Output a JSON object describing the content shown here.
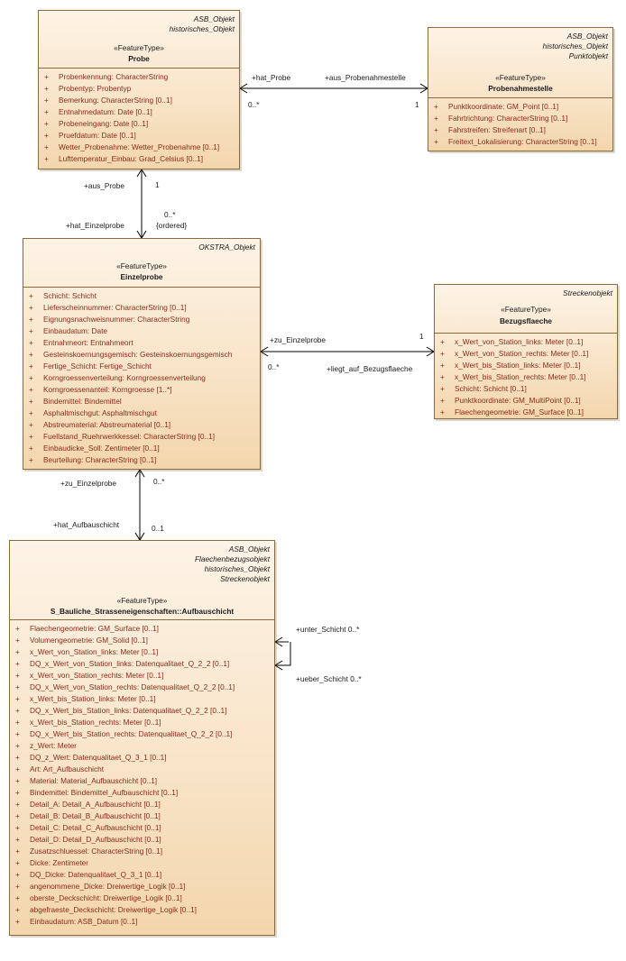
{
  "classes": {
    "probe": {
      "tags": [
        "ASB_Objekt",
        "historisches_Objekt"
      ],
      "stereotype": "«FeatureType»",
      "name": "Probe",
      "attributes": [
        {
          "v": "+",
          "t": "Probenkennung: CharacterString"
        },
        {
          "v": "+",
          "t": "Probentyp: Probentyp"
        },
        {
          "v": "+",
          "t": "Bemerkung: CharacterString [0..1]"
        },
        {
          "v": "+",
          "t": "Entnahmedatum: Date [0..1]"
        },
        {
          "v": "+",
          "t": "Probeneingang: Date [0..1]"
        },
        {
          "v": "+",
          "t": "Pruefdatum: Date [0..1]"
        },
        {
          "v": "+",
          "t": "Wetter_Probenahme: Wetter_Probenahme [0..1]"
        },
        {
          "v": "+",
          "t": "Lufttemperatur_Einbau: Grad_Celsius [0..1]"
        }
      ]
    },
    "probenahmestelle": {
      "tags": [
        "ASB_Objekt",
        "historisches_Objekt",
        "Punktobjekt"
      ],
      "stereotype": "«FeatureType»",
      "name": "Probenahmestelle",
      "attributes": [
        {
          "v": "+",
          "t": "Punktkoordinate: GM_Point [0..1]"
        },
        {
          "v": "+",
          "t": "Fahrtrichtung: CharacterString [0..1]"
        },
        {
          "v": "+",
          "t": "Fahrstreifen: Streifenart [0..1]"
        },
        {
          "v": "+",
          "t": "Freitext_Lokalisierung: CharacterString [0..1]"
        }
      ]
    },
    "einzelprobe": {
      "tags": [
        "OKSTRA_Objekt"
      ],
      "stereotype": "«FeatureType»",
      "name": "Einzelprobe",
      "attributes": [
        {
          "v": "+",
          "t": "Schicht: Schicht"
        },
        {
          "v": "+",
          "t": "Lieferscheinnummer: CharacterString [0..1]"
        },
        {
          "v": "+",
          "t": "Eignungsnachweisnummer: CharacterString"
        },
        {
          "v": "+",
          "t": "Einbaudatum: Date"
        },
        {
          "v": "+",
          "t": "Entnahmeort: Entnahmeort"
        },
        {
          "v": "+",
          "t": "Gesteinskoernungsgemisch: Gesteinskoernungsgemisch"
        },
        {
          "v": "+",
          "t": "Fertige_Schicht: Fertige_Schicht"
        },
        {
          "v": "+",
          "t": "Korngroessenverteilung: Korngroessenverteilung"
        },
        {
          "v": "+",
          "t": "Korngroessenanteil: Korngroesse [1..*]"
        },
        {
          "v": "+",
          "t": "Bindemittel: Bindemittel"
        },
        {
          "v": "+",
          "t": "Asphaltmischgut: Asphaltmischgut"
        },
        {
          "v": "+",
          "t": "Abstreumaterial: Abstreumaterial [0..1]"
        },
        {
          "v": "+",
          "t": "Fuellstand_Ruehrwerkkessel: CharacterString [0..1]"
        },
        {
          "v": "+",
          "t": "Einbaudicke_Soll: Zentimeter [0..1]"
        },
        {
          "v": "+",
          "t": "Beurteilung: CharacterString [0..1]"
        }
      ]
    },
    "bezugsflaeche": {
      "tags": [
        "Streckenobjekt"
      ],
      "stereotype": "«FeatureType»",
      "name": "Bezugsflaeche",
      "attributes": [
        {
          "v": "+",
          "t": "x_Wert_von_Station_links: Meter [0..1]"
        },
        {
          "v": "+",
          "t": "x_Wert_von_Station_rechts: Meter [0..1]"
        },
        {
          "v": "+",
          "t": "x_Wert_bis_Station_links: Meter [0..1]"
        },
        {
          "v": "+",
          "t": "x_Wert_bis_Station_rechts: Meter [0..1]"
        },
        {
          "v": "+",
          "t": "Schicht: Schicht [0..1]"
        },
        {
          "v": "+",
          "t": "Punktkoordinate: GM_MultiPoint [0..1]"
        },
        {
          "v": "+",
          "t": "Flaechengeometrie: GM_Surface [0..1]"
        }
      ]
    },
    "aufbauschicht": {
      "tags": [
        "ASB_Objekt",
        "Flaechenbezugsobjekt",
        "historisches_Objekt",
        "Streckenobjekt"
      ],
      "stereotype": "«FeatureType»",
      "name": "S_Bauliche_Strasseneigenschaften::Aufbauschicht",
      "attributes": [
        {
          "v": "+",
          "t": "Flaechengeometrie: GM_Surface [0..1]"
        },
        {
          "v": "+",
          "t": "Volumengeometrie: GM_Solid [0..1]"
        },
        {
          "v": "+",
          "t": "x_Wert_von_Station_links: Meter [0..1]"
        },
        {
          "v": "+",
          "t": "DQ_x_Wert_von_Station_links: Datenqualitaet_Q_2_2 [0..1]"
        },
        {
          "v": "+",
          "t": "x_Wert_von_Station_rechts: Meter [0..1]"
        },
        {
          "v": "+",
          "t": "DQ_x_Wert_von_Station_rechts: Datenqualitaet_Q_2_2 [0..1]"
        },
        {
          "v": "+",
          "t": "x_Wert_bis_Station_links: Meter [0..1]"
        },
        {
          "v": "+",
          "t": "DQ_x_Wert_bis_Station_links: Datenqualitaet_Q_2_2 [0..1]"
        },
        {
          "v": "+",
          "t": "x_Wert_bis_Station_rechts: Meter [0..1]"
        },
        {
          "v": "+",
          "t": "DQ_x_Wert_bis_Station_rechts: Datenqualitaet_Q_2_2 [0..1]"
        },
        {
          "v": "+",
          "t": "z_Wert: Meter"
        },
        {
          "v": "+",
          "t": "DQ_z_Wert: Datenqualitaet_Q_3_1 [0..1]"
        },
        {
          "v": "+",
          "t": "Art: Art_Aufbauschicht"
        },
        {
          "v": "+",
          "t": "Material: Material_Aufbauschicht [0..1]"
        },
        {
          "v": "+",
          "t": "Bindemittel: Bindemittel_Aufbauschicht [0..1]"
        },
        {
          "v": "+",
          "t": "Detail_A: Detail_A_Aufbauschicht [0..1]"
        },
        {
          "v": "+",
          "t": "Detail_B: Detail_B_Aufbauschicht [0..1]"
        },
        {
          "v": "+",
          "t": "Detail_C: Detail_C_Aufbauschicht [0..1]"
        },
        {
          "v": "+",
          "t": "Detail_D: Detail_D_Aufbauschicht [0..1]"
        },
        {
          "v": "+",
          "t": "Zusatzschluessel: CharacterString [0..1]"
        },
        {
          "v": "+",
          "t": "Dicke: Zentimeter"
        },
        {
          "v": "+",
          "t": "DQ_Dicke: Datenqualitaet_Q_3_1 [0..1]"
        },
        {
          "v": "+",
          "t": "angenommene_Dicke: Dreiwertige_Logik [0..1]"
        },
        {
          "v": "+",
          "t": "oberste_Deckschicht: Dreiwertige_Logik [0..1]"
        },
        {
          "v": "+",
          "t": "abgefraeste_Deckschicht: Dreiwertige_Logik [0..1]"
        },
        {
          "v": "+",
          "t": "Einbaudatum: ASB_Datum [0..1]"
        }
      ]
    }
  },
  "associations": {
    "probe_probenahmestelle": {
      "role_a": "+hat_Probe",
      "mult_a": "0..*",
      "role_b": "+aus_Probenahmestelle",
      "mult_b": "1"
    },
    "probe_einzelprobe": {
      "role_a": "+aus_Probe",
      "mult_a": "1",
      "role_b": "+hat_Einzelprobe",
      "mult_b": "0..*",
      "constraint": "{ordered}"
    },
    "einzelprobe_bezugsflaeche": {
      "role_a": "+zu_Einzelprobe",
      "mult_a": "0..*",
      "role_b": "+liegt_auf_Bezugsflaeche",
      "mult_b": "1"
    },
    "einzelprobe_aufbauschicht": {
      "role_a": "+zu_Einzelprobe",
      "mult_a": "0..*",
      "role_b": "+hat_Aufbauschicht",
      "mult_b": "0..1"
    },
    "aufbauschicht_self": {
      "role_a": "+unter_Schicht 0..*",
      "role_b": "+ueber_Schicht 0..*"
    }
  },
  "colors": {
    "border": "#8b6a3e",
    "fill_top": "#fdf3e6",
    "fill_bottom": "#f3d6ac",
    "attr_text": "#8b2a1a",
    "line": "#000000"
  }
}
